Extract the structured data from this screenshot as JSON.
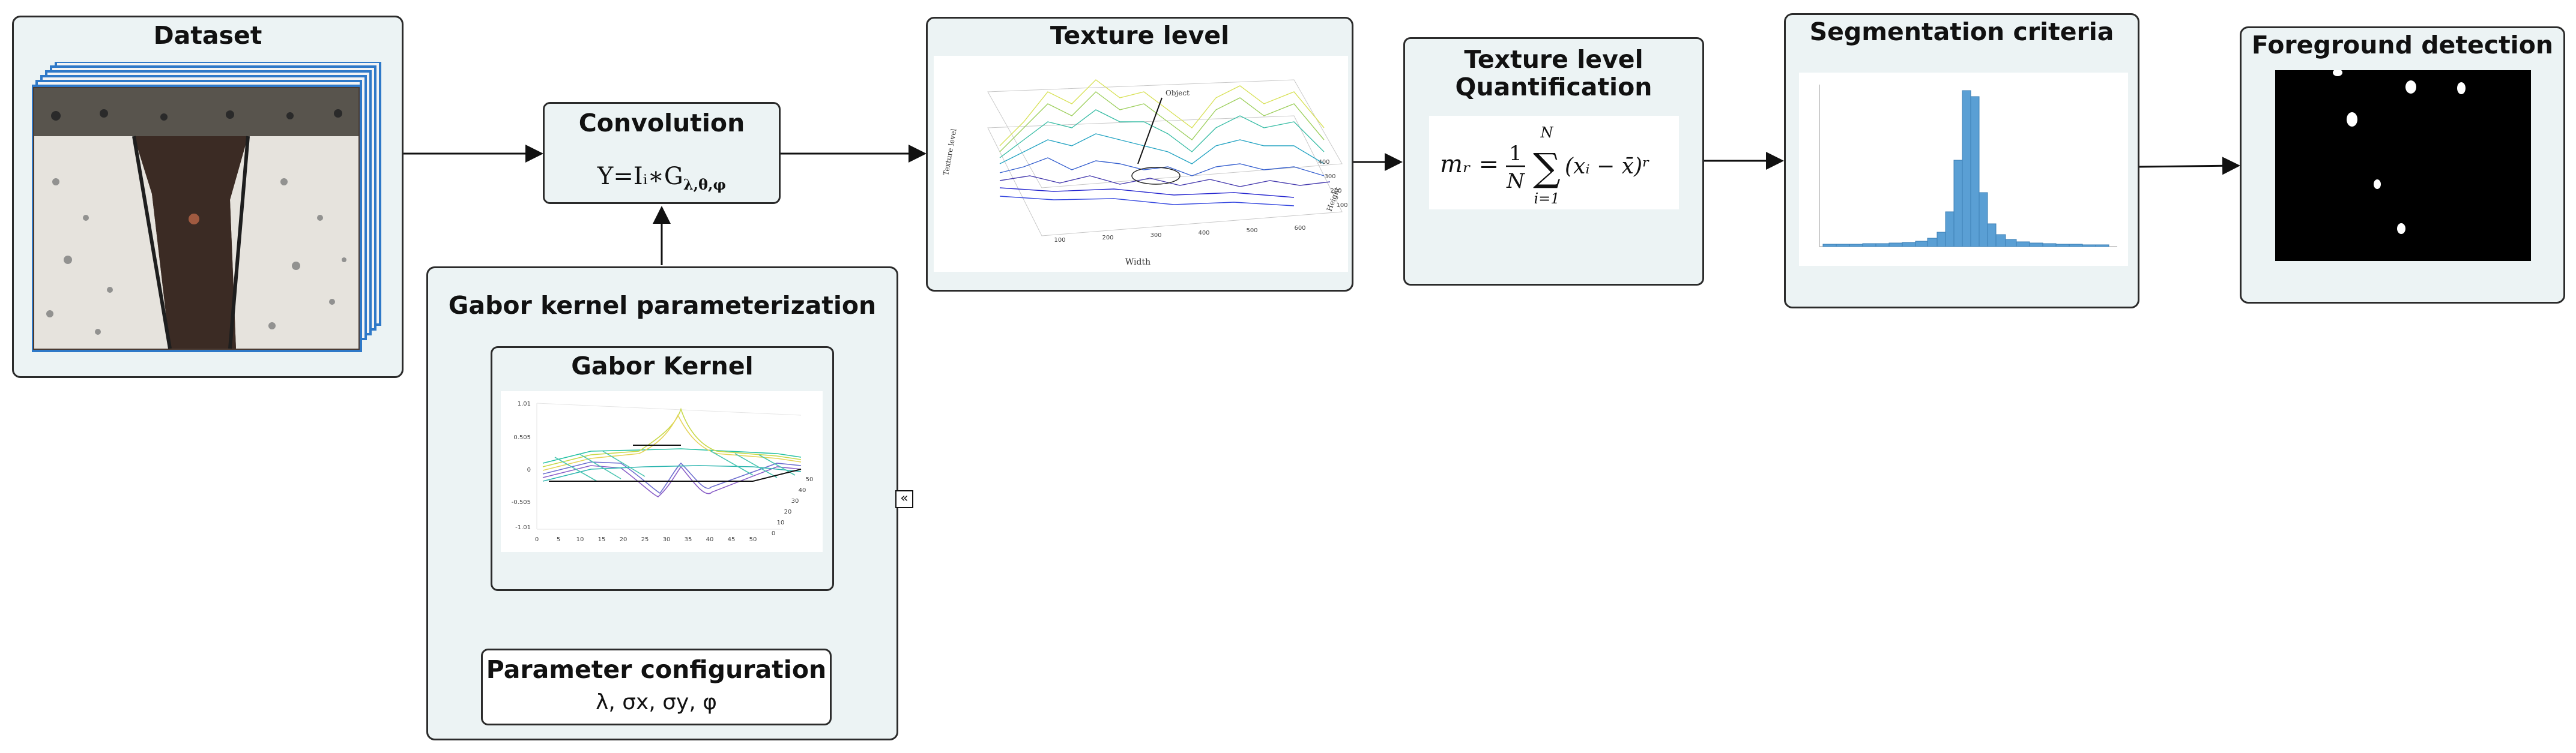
{
  "dataset": {
    "title": "Dataset"
  },
  "convolution": {
    "title": "Convolution",
    "formula_main": "Y=Iᵢ∗G",
    "formula_sub": "λ,θ,φ"
  },
  "gabor_param": {
    "title": "Gabor kernel parameterization"
  },
  "gabor_kernel": {
    "title": "Gabor Kernel",
    "y_ticks": [
      "1.01",
      "0.505",
      "0",
      "-0.505",
      "-1.01"
    ],
    "x_ticks": [
      "0",
      "5",
      "10",
      "15",
      "20",
      "25",
      "30",
      "35",
      "40",
      "45",
      "50"
    ],
    "z_ticks": [
      "50",
      "40",
      "30",
      "20",
      "10",
      "0"
    ]
  },
  "param_config": {
    "title": "Parameter configuration",
    "values": "λ, σx, σy, φ"
  },
  "texture_level": {
    "title": "Texture level",
    "annotation": "Object",
    "x_label": "Width",
    "y_label": "Height",
    "z_label": "Texture level",
    "x_ticks": [
      "100",
      "200",
      "300",
      "400",
      "500",
      "600"
    ],
    "y_ticks": [
      "400",
      "300",
      "200",
      "100"
    ]
  },
  "quantification": {
    "title_line1": "Texture level",
    "title_line2": "Quantification",
    "formula_lhs": "mᵣ =",
    "formula_num": "1",
    "formula_den": "N",
    "sum_upper": "N",
    "sum_lower": "i=1",
    "formula_body": "(xᵢ − x̄)ʳ"
  },
  "segmentation": {
    "title": "Segmentation criteria"
  },
  "foreground": {
    "title": "Foreground detection"
  },
  "collapse_icon": "«",
  "colors": {
    "panel_bg": "#ecf3f4",
    "border": "#2b2b2b",
    "histogram_bar": "#5a9fd4",
    "dataset_frame": "#2f79c8"
  }
}
